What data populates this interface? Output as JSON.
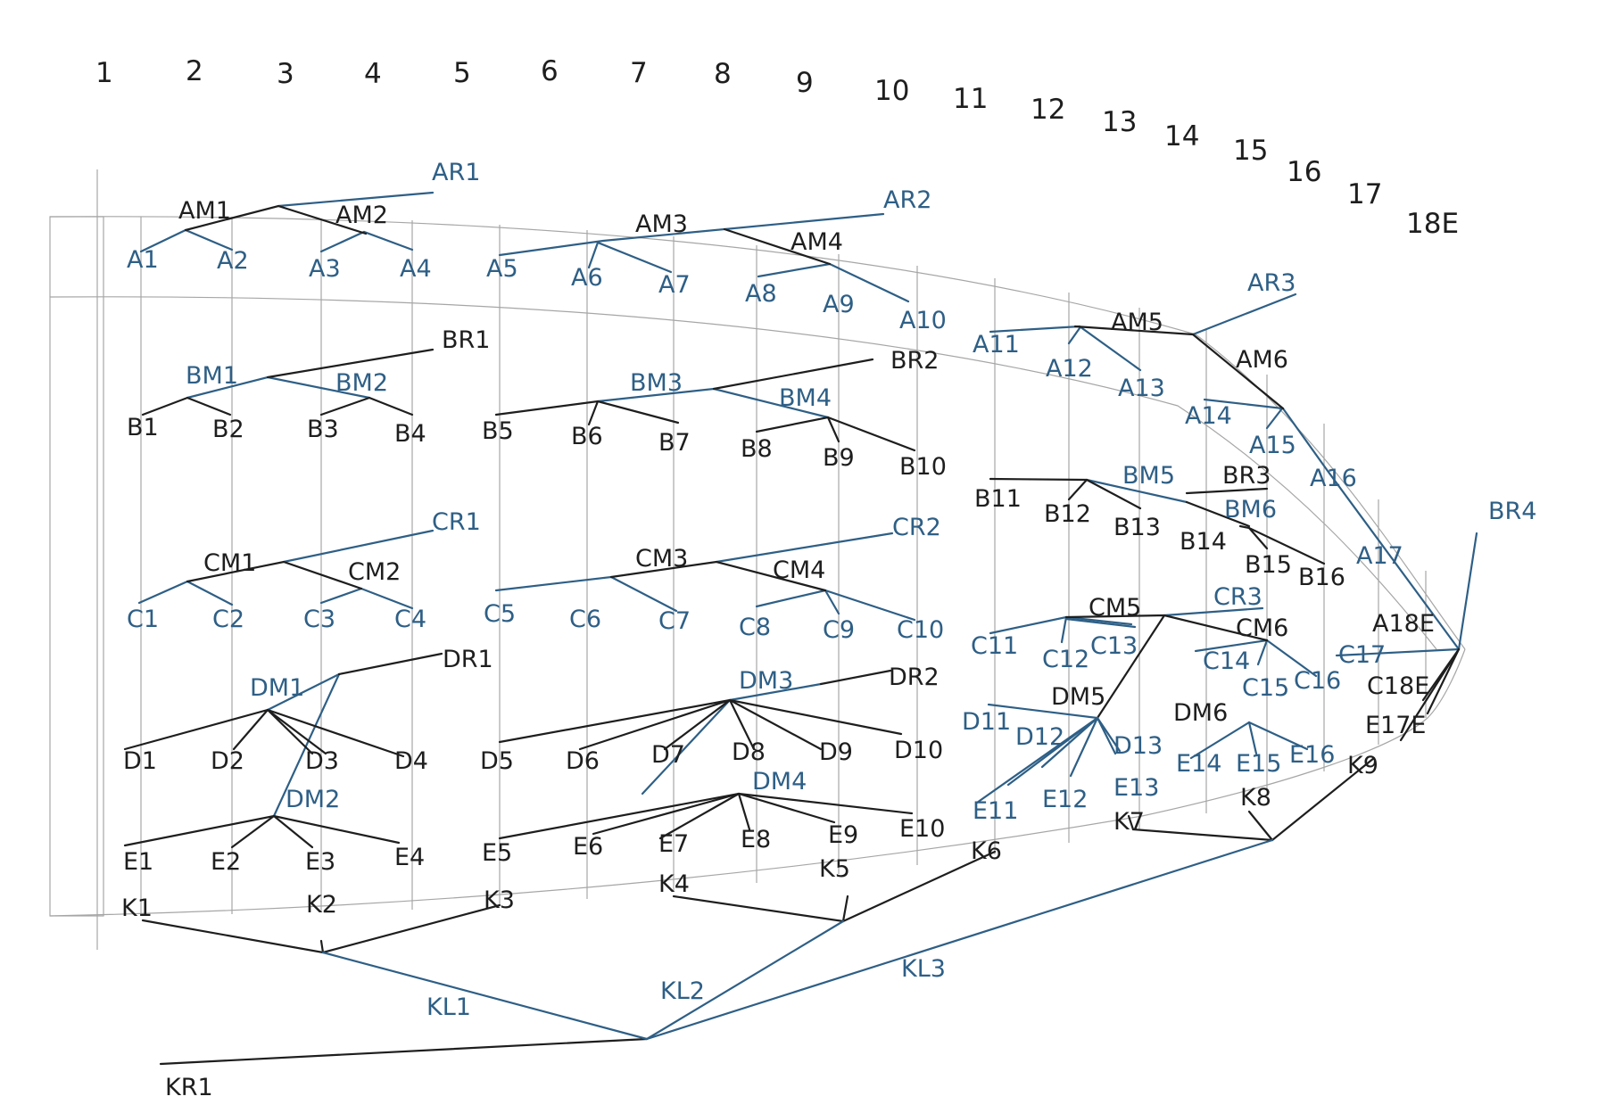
{
  "colors": {
    "black": "#1e1e1e",
    "blue": "#2e5f86",
    "grid": "#a6a6a6"
  },
  "columns": [
    "1",
    "2",
    "3",
    "4",
    "5",
    "6",
    "7",
    "8",
    "9",
    "10",
    "11",
    "12",
    "13",
    "14",
    "15",
    "16",
    "17",
    "18E"
  ],
  "labels": {
    "a_row": [
      "AR1",
      "AM1",
      "AM2",
      "A1",
      "A2",
      "A3",
      "A4",
      "AR2",
      "AM3",
      "AM4",
      "A5",
      "A6",
      "A7",
      "A8",
      "A9",
      "A10",
      "AR3",
      "AM5",
      "AM6",
      "A11",
      "A12",
      "A13",
      "A14",
      "A15",
      "A16",
      "A17",
      "A18E"
    ],
    "b_row": [
      "BR1",
      "BM1",
      "BM2",
      "B1",
      "B2",
      "B3",
      "B4",
      "BR2",
      "BM3",
      "BM4",
      "B5",
      "B6",
      "B7",
      "B8",
      "B9",
      "B10",
      "B11",
      "B12",
      "B13",
      "BM5",
      "BR3",
      "BM6",
      "B14",
      "B15",
      "B16",
      "BR4"
    ],
    "c_row": [
      "CR1",
      "CM1",
      "CM2",
      "C1",
      "C2",
      "C3",
      "C4",
      "CR2",
      "CM3",
      "CM4",
      "C5",
      "C6",
      "C7",
      "C8",
      "C9",
      "C10",
      "CM5",
      "CR3",
      "CM6",
      "C11",
      "C12",
      "C13",
      "C14",
      "C15",
      "C16",
      "C17",
      "C18E"
    ],
    "d_row": [
      "DR1",
      "DM1",
      "D1",
      "D2",
      "D3",
      "D4",
      "DM3",
      "DR2",
      "D5",
      "D6",
      "D7",
      "D8",
      "D9",
      "D10",
      "DM5",
      "DM6",
      "D11",
      "D12",
      "D13"
    ],
    "e_row": [
      "DM2",
      "E1",
      "E2",
      "E3",
      "E4",
      "DM4",
      "E5",
      "E6",
      "E7",
      "E8",
      "E9",
      "E10",
      "E11",
      "E12",
      "E13",
      "E14",
      "E15",
      "E16",
      "E17E"
    ],
    "k_row": [
      "K1",
      "K2",
      "K3",
      "K4",
      "K5",
      "K6",
      "K7",
      "K8",
      "K9",
      "KL1",
      "KL2",
      "KL3",
      "KR1"
    ]
  }
}
